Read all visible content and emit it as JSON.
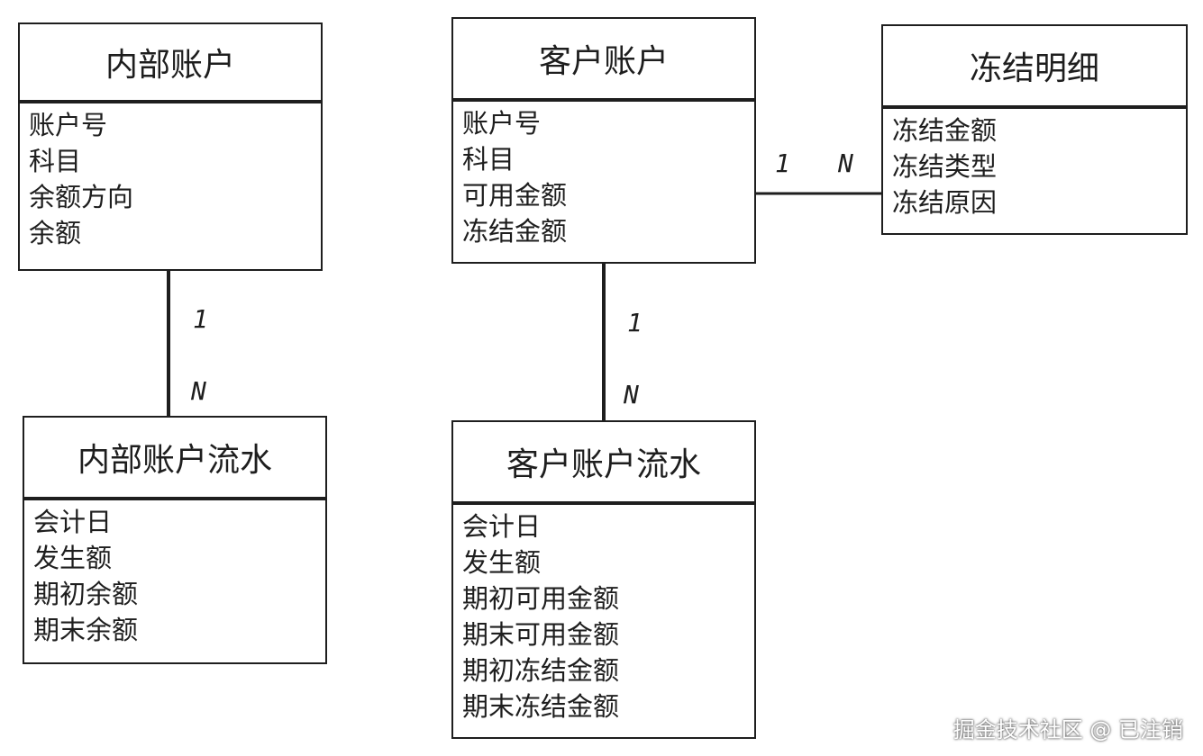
{
  "entities": {
    "internal_account": {
      "title": "内部账户",
      "fields": [
        "账户号",
        "科目",
        "余额方向",
        "余额"
      ]
    },
    "customer_account": {
      "title": "客户账户",
      "fields": [
        "账户号",
        "科目",
        "可用金额",
        "冻结金额"
      ]
    },
    "freeze_detail": {
      "title": "冻结明细",
      "fields": [
        "冻结金额",
        "冻结类型",
        "冻结原因"
      ]
    },
    "internal_account_flow": {
      "title": "内部账户流水",
      "fields": [
        "会计日",
        "发生额",
        "期初余额",
        "期末余额"
      ]
    },
    "customer_account_flow": {
      "title": "客户账户流水",
      "fields": [
        "会计日",
        "发生额",
        "期初可用金额",
        "期末可用金额",
        "期初冻结金额",
        "期末冻结金额"
      ]
    }
  },
  "relations": {
    "internal_to_flow": {
      "one": "1",
      "many": "N"
    },
    "customer_to_flow": {
      "one": "1",
      "many": "N"
    },
    "customer_to_freeze": {
      "one": "1",
      "many": "N"
    }
  },
  "watermark": "掘金技术社区 @ 已注销"
}
